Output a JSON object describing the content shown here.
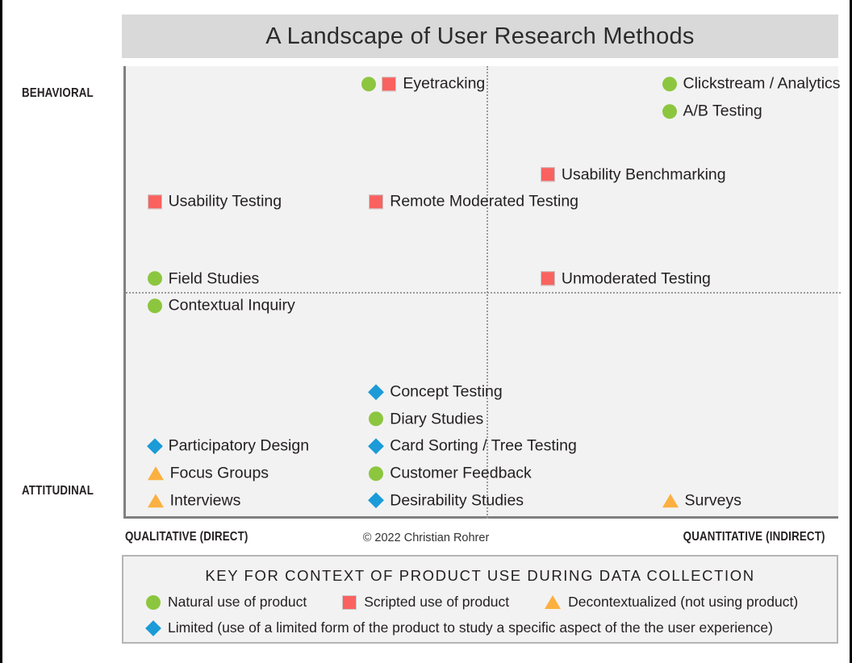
{
  "title": "A Landscape of User Research Methods",
  "axes": {
    "top_label": "BEHAVIORAL",
    "bottom_label": "ATTITUDINAL",
    "left_label": "QUALITATIVE (DIRECT)",
    "right_label": "QUANTITATIVE (INDIRECT)"
  },
  "copyright": "© 2022 Christian Rohrer",
  "key": {
    "title": "KEY FOR CONTEXT OF PRODUCT USE DURING DATA COLLECTION",
    "entries": [
      {
        "marker": "circle-icon",
        "label": "Natural use of product"
      },
      {
        "marker": "square-icon",
        "label": "Scripted use of product"
      },
      {
        "marker": "triangle-icon",
        "label": "Decontextualized (not using product)"
      },
      {
        "marker": "diamond-icon",
        "label": "Limited (use of a limited form of the product to study a specific aspect of the the user experience)"
      }
    ]
  },
  "colors": {
    "circle": "#8CC63F",
    "square": "#F9625F",
    "triangle": "#FBB040",
    "diamond": "#1B9BD8",
    "plot_background": "#F2F2F2",
    "title_background": "#D9D9D9",
    "axis": "#808080"
  },
  "chart_data": {
    "type": "scatter",
    "title": "A Landscape of User Research Methods",
    "xlabel_left": "QUALITATIVE (DIRECT)",
    "xlabel_right": "QUANTITATIVE (INDIRECT)",
    "ylabel_top": "BEHAVIORAL",
    "ylabel_bottom": "ATTITUDINAL",
    "xlim": [
      0,
      100
    ],
    "ylim": [
      0,
      100
    ],
    "grid": "dotted crosshair at x=50, y=50",
    "legend_position": "bottom",
    "points": [
      {
        "label": "Eyetracking",
        "markers": [
          "circle",
          "square"
        ],
        "x": 33,
        "y": 96
      },
      {
        "label": "Clickstream / Analytics",
        "markers": [
          "circle"
        ],
        "x": 75,
        "y": 96
      },
      {
        "label": "A/B Testing",
        "markers": [
          "circle"
        ],
        "x": 75,
        "y": 90
      },
      {
        "label": "Usability Benchmarking",
        "markers": [
          "square"
        ],
        "x": 58,
        "y": 76
      },
      {
        "label": "Usability Testing",
        "markers": [
          "square"
        ],
        "x": 3,
        "y": 70
      },
      {
        "label": "Remote Moderated Testing",
        "markers": [
          "square"
        ],
        "x": 34,
        "y": 70
      },
      {
        "label": "Field Studies",
        "markers": [
          "circle"
        ],
        "x": 3,
        "y": 53
      },
      {
        "label": "Unmoderated Testing",
        "markers": [
          "square"
        ],
        "x": 58,
        "y": 53
      },
      {
        "label": "Contextual Inquiry",
        "markers": [
          "circle"
        ],
        "x": 3,
        "y": 47
      },
      {
        "label": "Concept Testing",
        "markers": [
          "diamond"
        ],
        "x": 34,
        "y": 28
      },
      {
        "label": "Diary Studies",
        "markers": [
          "circle"
        ],
        "x": 34,
        "y": 22
      },
      {
        "label": "Participatory Design",
        "markers": [
          "diamond"
        ],
        "x": 3,
        "y": 16
      },
      {
        "label": "Card Sorting / Tree Testing",
        "markers": [
          "diamond"
        ],
        "x": 34,
        "y": 16
      },
      {
        "label": "Focus Groups",
        "markers": [
          "triangle"
        ],
        "x": 3,
        "y": 10
      },
      {
        "label": "Customer Feedback",
        "markers": [
          "circle"
        ],
        "x": 34,
        "y": 10
      },
      {
        "label": "Interviews",
        "markers": [
          "triangle"
        ],
        "x": 3,
        "y": 4
      },
      {
        "label": "Desirability Studies",
        "markers": [
          "diamond"
        ],
        "x": 34,
        "y": 4
      },
      {
        "label": "Surveys",
        "markers": [
          "triangle"
        ],
        "x": 75,
        "y": 4
      }
    ]
  }
}
